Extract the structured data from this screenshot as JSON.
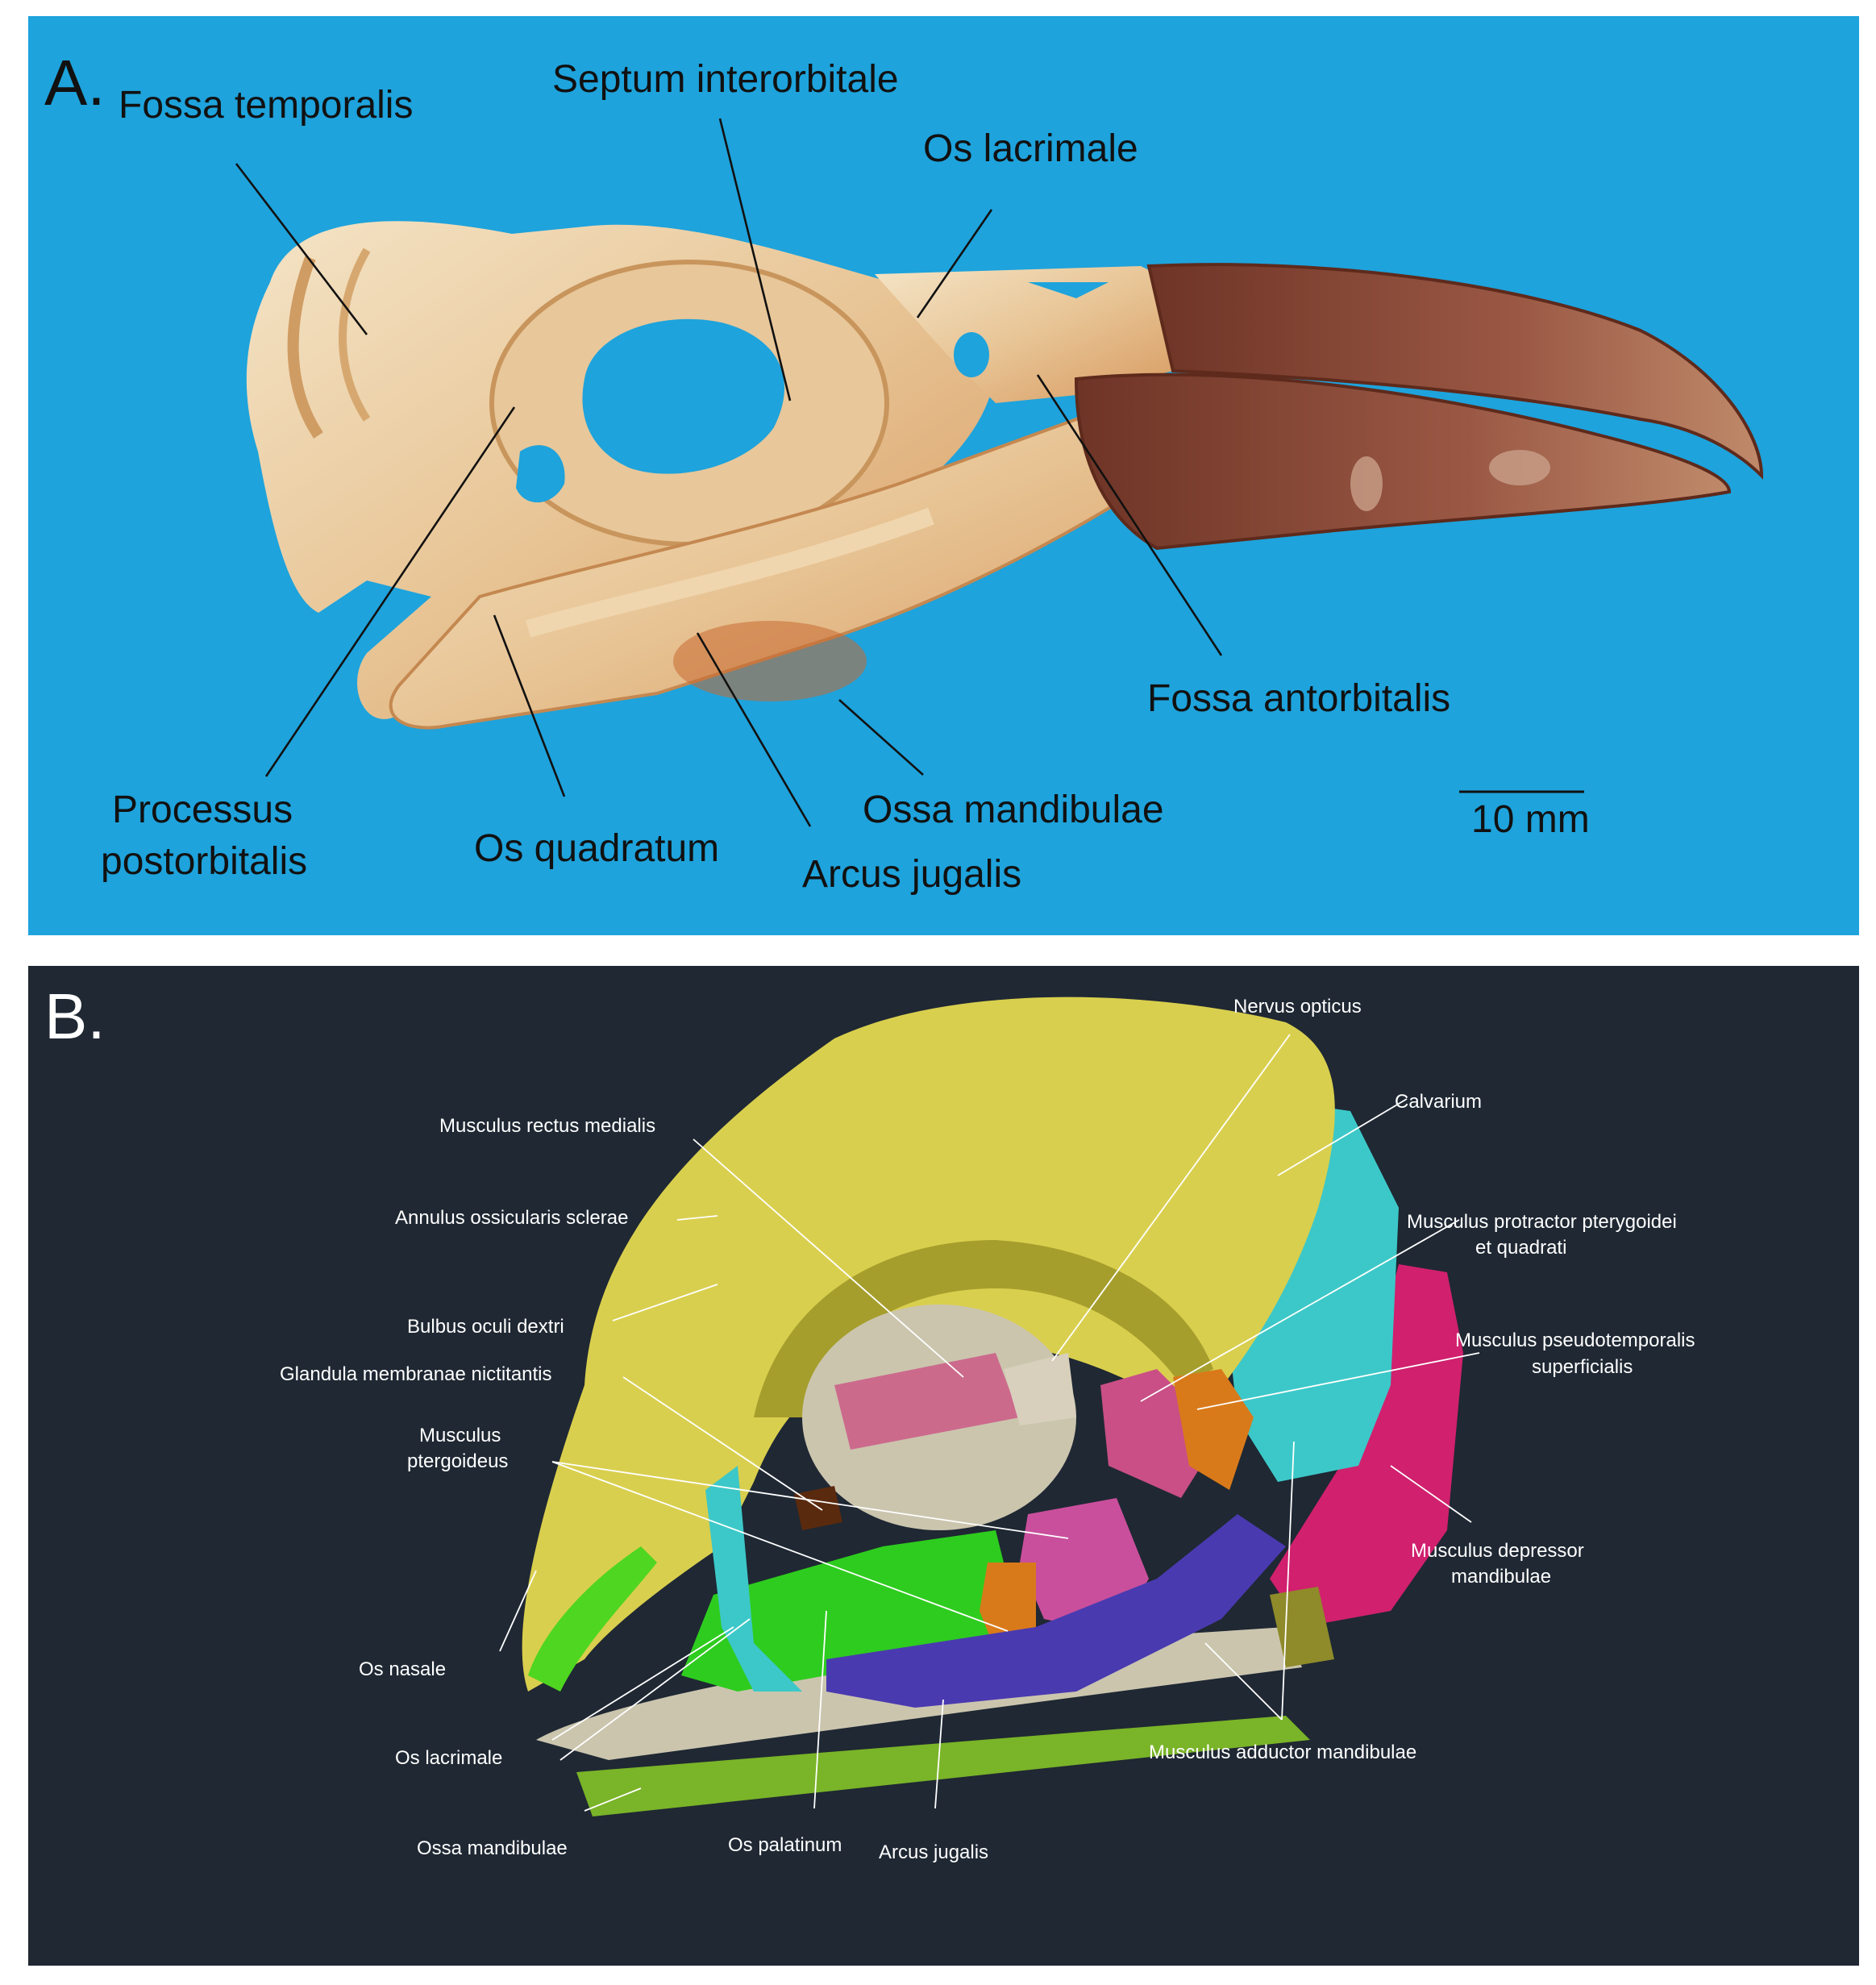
{
  "panel_a": {
    "letter": "A.",
    "scale_bar": "10 mm",
    "labels": {
      "fossa_temporalis": "Fossa temporalis",
      "septum_interorbitale": "Septum interorbitale",
      "os_lacrimale": "Os lacrimale",
      "fossa_antorbitalis": "Fossa antorbitalis",
      "processus_1": "Processus",
      "processus_2": "postorbitalis",
      "os_quadratum": "Os quadratum",
      "ossa_mandibulae": "Ossa mandibulae",
      "arcus_jugalis": "Arcus jugalis"
    },
    "colors": {
      "background": "#1ea3dc",
      "bone": "#e7c79b",
      "beak": "#8e4a36"
    }
  },
  "panel_b": {
    "letter": "B.",
    "labels": {
      "nervus_opticus": "Nervus opticus",
      "calvarium": "Calvarium",
      "rectus_medialis": "Musculus rectus medialis",
      "annulus": "Annulus ossicularis sclerae",
      "protractor_1": "Musculus protractor pterygoidei",
      "protractor_2": "et quadrati",
      "bulbus": "Bulbus oculi dextri",
      "pseudotemporalis_1": "Musculus pseudotemporalis",
      "pseudotemporalis_2": "superficialis",
      "glandula": "Glandula membranae nictitantis",
      "pterygoideus_1": "Musculus",
      "pterygoideus_2": "ptergoideus",
      "depressor_1": "Musculus depressor",
      "depressor_2": "mandibulae",
      "os_nasale": "Os nasale",
      "adductor": "Musculus adductor mandibulae",
      "os_lacrimale": "Os lacrimale",
      "ossa_mandibulae": "Ossa mandibulae",
      "os_palatinum": "Os palatinum",
      "arcus_jugalis": "Arcus jugalis"
    },
    "colors": {
      "background": "#1f2833",
      "calvarium": "#d9cf4e",
      "bone": "#cbc5ae",
      "cyan": "#3cc8c8",
      "magenta": "#d0206e",
      "pink": "#cc6a8c",
      "orange": "#d97a1a",
      "green": "#2ecc1e",
      "purple": "#4a3ab0",
      "mandible": "#7ab428"
    }
  }
}
